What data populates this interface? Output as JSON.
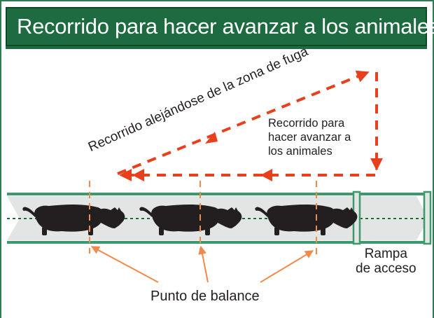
{
  "title": "Recorrido para hacer  avanzar a los animales",
  "labels": {
    "flight_zone_path": "Recorrido alejándose de la zona de fuga",
    "advance_path": [
      "Recorrido para",
      "hacer avanzar a",
      "los animales"
    ],
    "ramp": [
      "Rampa",
      "de acceso"
    ],
    "balance_point": "Punto de balance"
  },
  "colors": {
    "header_green": "#1e6b41",
    "path_red": "#e8401c",
    "balance_orange": "#f08a4b",
    "chute_green": "#3a9a6e",
    "animal": "#231f20"
  }
}
